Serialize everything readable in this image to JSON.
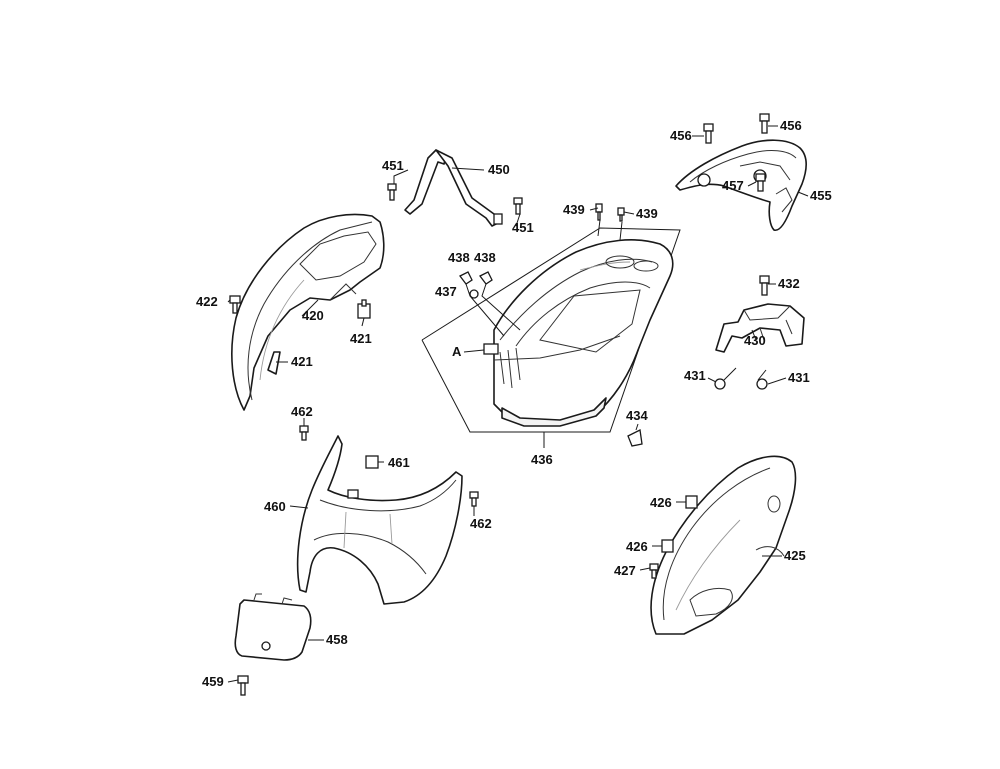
{
  "callouts": {
    "p420": "420",
    "p421": "421",
    "p422": "422",
    "p425": "425",
    "p426a": "426",
    "p426b": "426",
    "p427": "427",
    "p430": "430",
    "p431a": "431",
    "p431b": "431",
    "p432": "432",
    "p434": "434",
    "p436": "436",
    "p437": "437",
    "p438a": "438",
    "p438b": "438",
    "p439a": "439",
    "p439b": "439",
    "p450": "450",
    "p451a": "451",
    "p451b": "451",
    "p455": "455",
    "p456a": "456",
    "p456b": "456",
    "p457": "457",
    "p458": "458",
    "p459": "459",
    "p460": "460",
    "p461": "461",
    "p462a": "462",
    "p462b": "462",
    "refA": "A"
  },
  "colors": {
    "line": "#1a1a1a",
    "background": "#ffffff"
  }
}
